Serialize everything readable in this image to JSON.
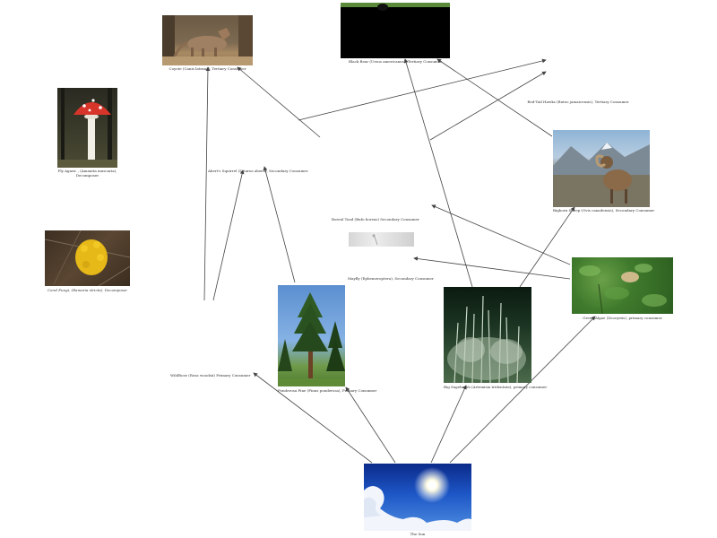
{
  "nodes": {
    "coyote": "Coyote (Canis latrans), Tertiary Consumer",
    "bear": "Black Bear (Ursus americanus), Tertiary Consumer",
    "hawk": "Red-Tail Hawks (Buteo jamaicensis), Tertiary Consumer",
    "fly_agaric": "Fly Agaric , (Amanita muscaria), Decomposer",
    "squirrel": "Abert's Squirrel (Sciurus aberti), Secondary Consumer",
    "bighorn": "Bighorn Sheep (Ovis canadensis), Secondary Consumer",
    "toad": "Boreal Toad (Bufo boreas) Secondary Consumer",
    "coral_fungi": "Coral Fungi, (Ramaria stricta), Decomposer",
    "mayfly": "Mayfly (Ephemeroptera), Secondary Consumer",
    "wildrose": "WildRose (Rosa woodsii) Primary Consumer",
    "pine": "Ponderosa Pine (Pinus ponderosa), Primary Consumer",
    "sagebrush": "Big Sagebrush (Artemisia tridentata), primary consumer",
    "algae": "Green Algae (Zoocystis), primary consumer",
    "sun": "The Sun"
  }
}
